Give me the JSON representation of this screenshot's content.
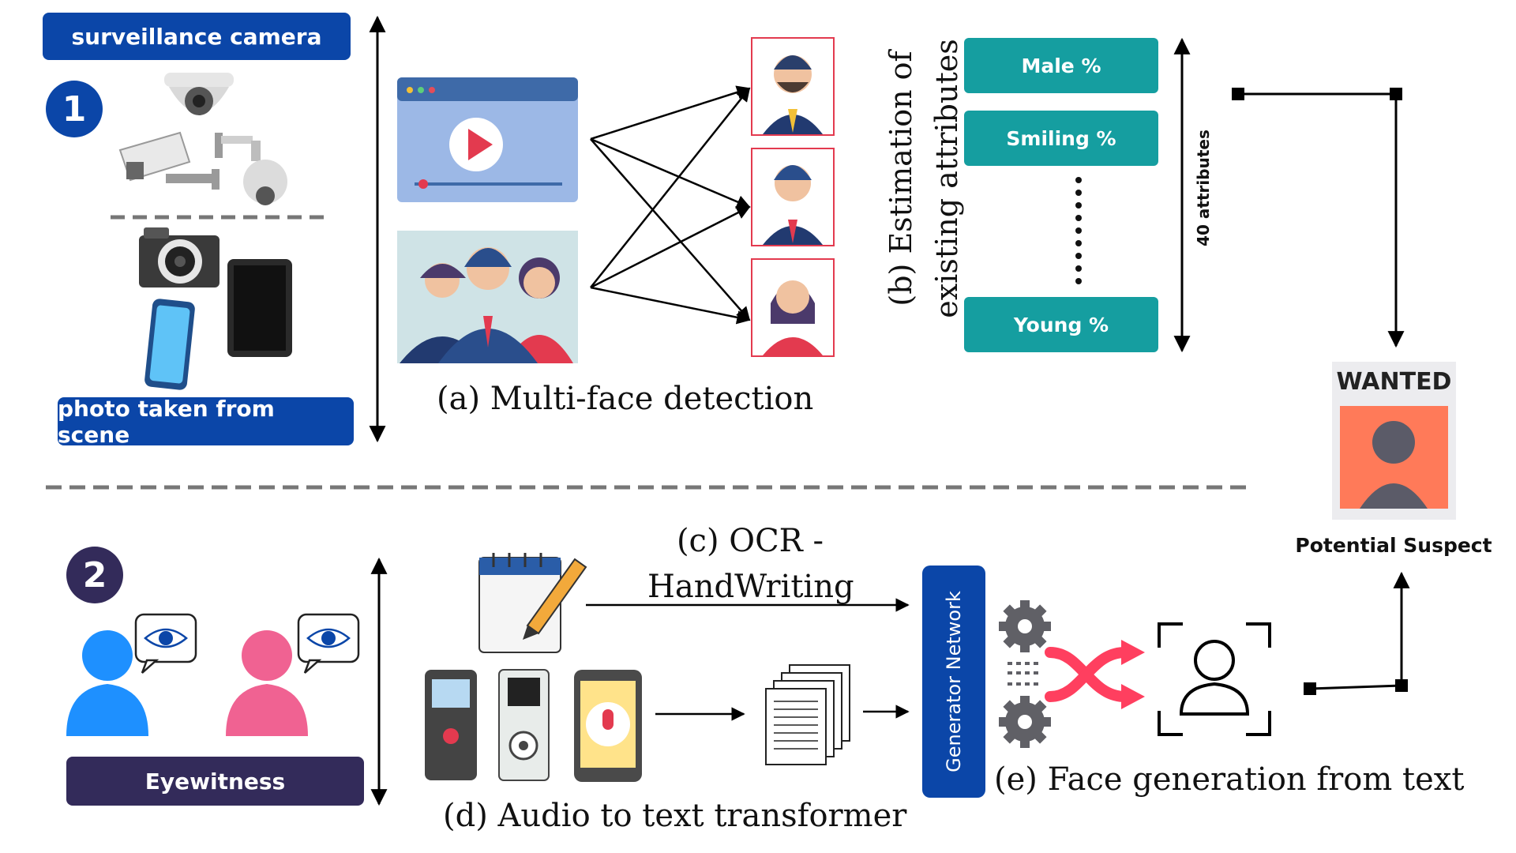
{
  "stage1": {
    "number": "1",
    "camera_label": "surveillance camera",
    "photo_label": "photo taken from scene"
  },
  "stage2": {
    "number": "2",
    "eyewitness_label": "Eyewitness"
  },
  "captions": {
    "multi_face": "(a) Multi-face detection",
    "estimation_line1": "(b) Estimation of",
    "estimation_line2": "existing attributes",
    "ocr_line1": "(c) OCR -",
    "ocr_line2": "HandWriting",
    "audio": "(d) Audio to text transformer",
    "face_gen": "(e) Face generation from text"
  },
  "attributes": {
    "items": [
      "Male %",
      "Smiling %",
      "Young %"
    ],
    "count_label": "40 attributes"
  },
  "generator_label": "Generator Network",
  "wanted": {
    "header": "WANTED",
    "caption": "Potential Suspect"
  },
  "colors": {
    "primary_blue": "#0b46a8",
    "purple": "#332b5a",
    "teal": "#159ea0",
    "red_accent": "#e33a4f",
    "wanted_orange": "#ff7a59"
  }
}
